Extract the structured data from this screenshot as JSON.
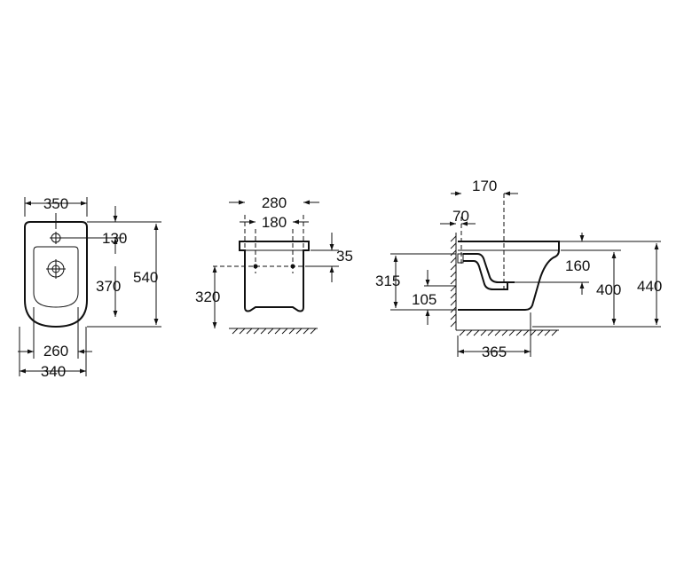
{
  "views": {
    "top": {
      "width_overall": "350",
      "rear_to_taphole": "130",
      "taphole_to_front": "370",
      "length_overall": "540",
      "inner_width": "260",
      "base_width": "340"
    },
    "front": {
      "outer_fixing": "280",
      "inner_fixing": "180",
      "fixing_offset": "35",
      "fixing_height": "320"
    },
    "side": {
      "waste_offset": "170",
      "inlet_offset": "70",
      "inlet_height": "315",
      "outlet_height": "105",
      "waste_depth": "160",
      "bowl_height": "400",
      "rim_height": "440",
      "projection": "365"
    }
  }
}
